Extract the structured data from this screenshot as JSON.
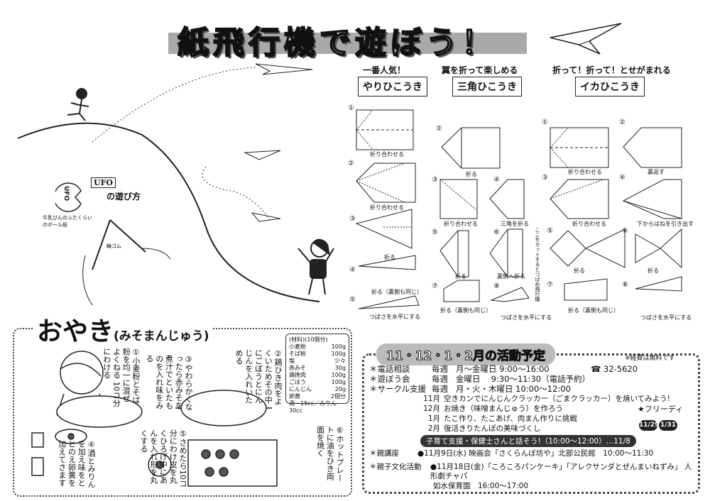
{
  "title": "紙飛行機で遊ぼう！",
  "planes": [
    {
      "tagline": "一番人気！",
      "name": "やりひこうき"
    },
    {
      "tagline": "翼を折って楽しめる",
      "name": "三角ひこうき"
    },
    {
      "tagline": "折って！折って！とせがまれる",
      "name": "イカひこうき"
    }
  ],
  "steps": {
    "yari": [
      {
        "n": "①",
        "label": "折り合わせる"
      },
      {
        "n": "②",
        "label": "折り合わせる"
      },
      {
        "n": "③",
        "label": "折る"
      },
      {
        "n": "④",
        "label": "折る（裏側も同じ）"
      },
      {
        "n": "⑤",
        "label": "つばさを水平にする"
      }
    ],
    "sankaku": [
      {
        "n": "②",
        "label": "折る"
      },
      {
        "n": "③",
        "label": "折り合わせる"
      },
      {
        "n": "④",
        "label": "三角を折る"
      },
      {
        "n": "⑤",
        "label": "折る"
      },
      {
        "n": "⑥",
        "label": "裏側へ折る"
      },
      {
        "n": "⑦",
        "label": "折る（裏側も同じ）"
      },
      {
        "n": "⑧",
        "label": "つばさを水平にする"
      }
    ],
    "sankaku_note": "ここをカットするとつばめ飛行機",
    "ika": [
      {
        "n": "①",
        "label": "折り合わせる"
      },
      {
        "n": "②",
        "label": "裏返す"
      },
      {
        "n": "③",
        "label": "折り合わせる"
      },
      {
        "n": "④",
        "label": "下からはねを引き出す"
      },
      {
        "n": "⑤",
        "label": "折る"
      },
      {
        "n": "⑥",
        "label": "折る"
      },
      {
        "n": "⑦",
        "label": "折る（裏側も同じ）"
      },
      {
        "n": "⑧",
        "label": "つばさを水平にする"
      }
    ]
  },
  "ufo": {
    "disc": "UFO",
    "title_word": "UFO",
    "title_rest": "の遊び方",
    "caption": "牛乳びんのふたくらいのボール紙",
    "rubber": "輪ゴム"
  },
  "recipe": {
    "title": "おやき",
    "subtitle": "(みそまんじゅう)",
    "ingredients_title": "(材料)(10個分)",
    "ingredients": [
      {
        "name": "小麦粉",
        "qty": "100g"
      },
      {
        "name": "そば粉",
        "qty": "100g"
      },
      {
        "name": "塩",
        "qty": "少々"
      },
      {
        "name": "赤みそ",
        "qty": "30g"
      },
      {
        "name": "鶏挽肉",
        "qty": "100g"
      },
      {
        "name": "ごぼう",
        "qty": "100g"
      },
      {
        "name": "にんじん",
        "qty": "20g"
      },
      {
        "name": "卵黄",
        "qty": "2個分"
      }
    ],
    "ingredients_last": "酒・15cc／みりん30cc",
    "steps": [
      "①小麦粉とそば粉を均一に混ぜよくねる 10コ分にわける",
      "②鶏ひき肉をよくいためその中にごぼうとにんじんを入れいためる",
      "③やわらかくなったら赤みそを煮汁でといたものを入れ味をみる",
      "④酒とみりんを加え味をととのえ卵黄を加えてさます",
      "⑤さめたら10コ分にわけ皮を丸くひろげ中にあんを入れ形を丸くする",
      "⑥ホットプレートに油をひき両面を焼く"
    ]
  },
  "schedule": {
    "heading": "11・12・1・2月の活動予定",
    "note": "※経費は無料です",
    "rows": [
      {
        "label": "＊電話相談",
        "freq": "毎週",
        "detail": "月～金曜日  9:00～16:00",
        "tel": "☎ 32-5620"
      },
      {
        "label": "＊遊ぼう会",
        "freq": "毎週",
        "detail": "金曜日　 9:30～11:30（電話予約）"
      },
      {
        "label": "＊サークル支援",
        "freq": "毎週",
        "detail": "月・火・木曜日  10:00～12:00"
      }
    ],
    "monthly": [
      {
        "month": "11月",
        "text": "空きカンでにんじんクラッカー（ごまクラッカー）を焼いてみよう!"
      },
      {
        "month": "12月",
        "text": "お焼き（味噌まんじゅう）を作ろう"
      },
      {
        "month": "1月",
        "text": "たこ作り、たこあげ、肉まん作りに挑戦"
      },
      {
        "month": "2月",
        "text": "復活きりたんぽの美味づくし"
      }
    ],
    "freeday_label": "★フリーディ",
    "freedays": [
      "11/29",
      "1/31"
    ],
    "banner": "子育て支援・保健士さんと話そう!（10:00～12:00）…11/8",
    "oya_label": "＊親講座",
    "oya_text": "●11月9日(水) 映画会「さくらんぼ坊や」北部公民館　10:00～11:30",
    "bunka_label": "＊親子文化活動",
    "bunka_text": "●11月18日(金)「ころころパンケーキ」「アレクサンダとぜんまいねずみ」 人形劇チャパ",
    "bunka_text2": "如水保育園　16:00～17:00"
  }
}
